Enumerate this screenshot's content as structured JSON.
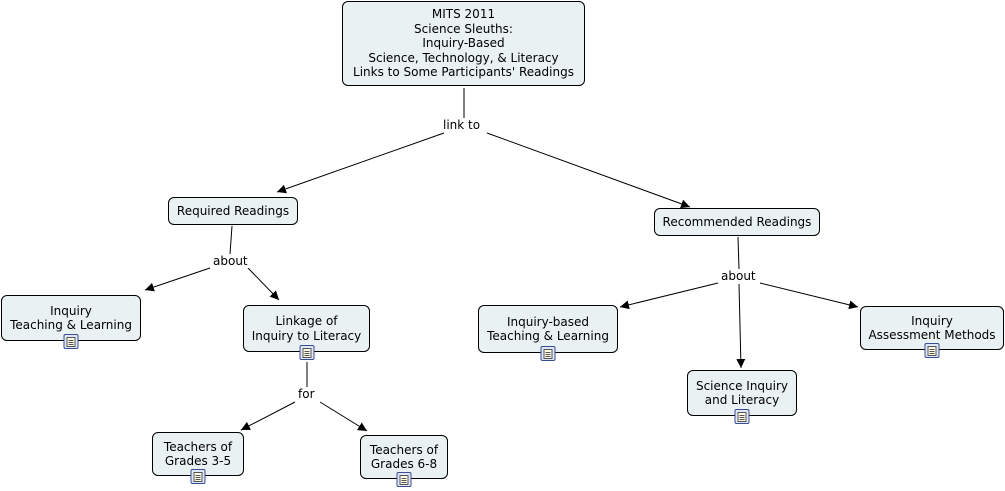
{
  "root": {
    "text": "MITS 2011\nScience Sleuths:\nInquiry-Based\nScience, Technology, & Literacy\nLinks to Some Participants' Readings"
  },
  "links": {
    "link_to": "link to",
    "about_left": "about",
    "about_right": "about",
    "for": "for"
  },
  "nodes": {
    "required": "Required Readings",
    "recommended": "Recommended Readings",
    "inquiry_tl": "Inquiry\nTeaching & Learning",
    "linkage": "Linkage of\nInquiry to Literacy",
    "teachers_35": "Teachers of\nGrades 3-5",
    "teachers_68": "Teachers of\nGrades 6-8",
    "inquiry_based_tl": "Inquiry-based\nTeaching & Learning",
    "science_inquiry_lit": "Science Inquiry\nand Literacy",
    "inquiry_assessment": "Inquiry\nAssessment Methods"
  },
  "icons": {
    "resource": "document-icon"
  },
  "colors": {
    "node_fill": "#eaf1f3",
    "border": "#000000",
    "icon_border": "#3a4c92"
  }
}
